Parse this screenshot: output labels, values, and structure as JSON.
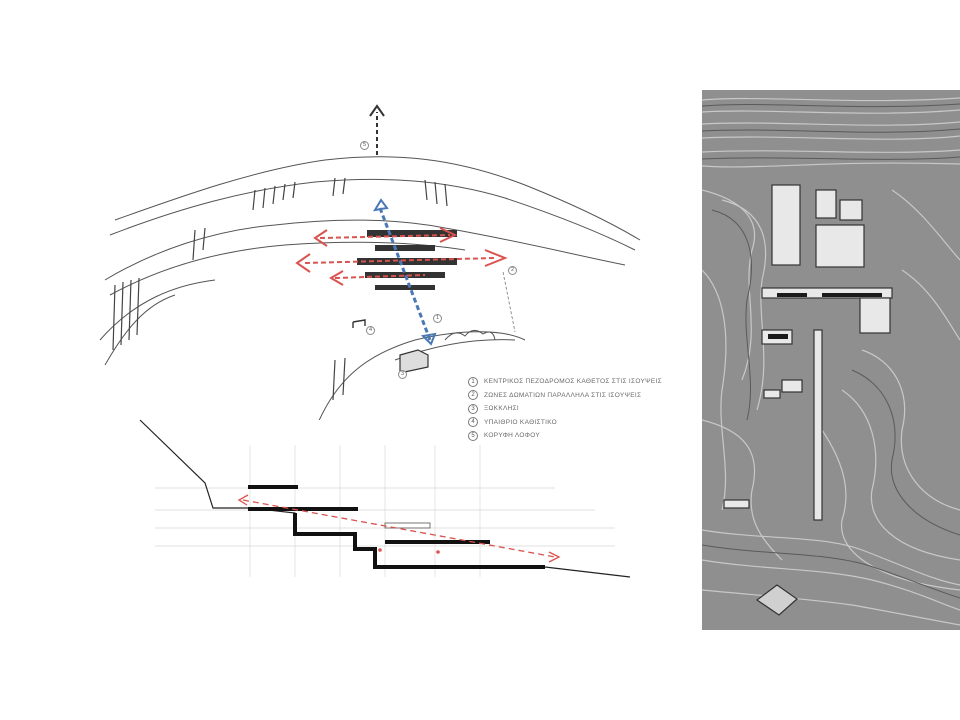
{
  "legend": {
    "items": [
      {
        "num": "1",
        "text": "ΚΕΝΤΡΙΚΟΣ ΠΕΖΟΔΡΟΜΟΣ ΚΑΘΕΤΟΣ ΣΤΙΣ ΙΣΟΥΨΕΙΣ"
      },
      {
        "num": "2",
        "text": "ΖΩΝΕΣ ΔΩΜΑΤΙΩΝ ΠΑΡΑΛΛΗΛΑ ΣΤΙΣ ΙΣΟΥΨΕΙΣ"
      },
      {
        "num": "3",
        "text": "ΞΩΚΚΛΗΣΙ"
      },
      {
        "num": "4",
        "text": "ΥΠΑΙΘΡΙΟ ΚΑΘΙΣΤΙΚΟ"
      },
      {
        "num": "5",
        "text": "ΚΟΡΥΦΗ ΛΟΦΟΥ"
      }
    ]
  },
  "markers": {
    "m1": "1",
    "m2": "2",
    "m3": "3",
    "m4": "4",
    "m5": "5"
  },
  "colors": {
    "pencil": "#555555",
    "circulation_arrow": "#d9534f",
    "path_arrow": "#4a78b5",
    "section_solid": "#111111",
    "grid": "#d9d9d9",
    "model_bg": "#8f8f8f"
  }
}
